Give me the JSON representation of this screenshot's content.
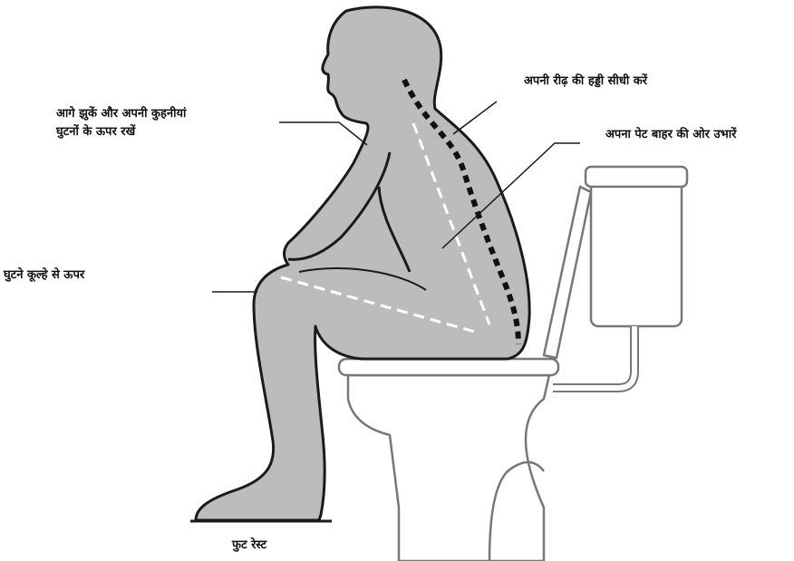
{
  "labels": {
    "lean_forward_line1": "आगे झुकें और अपनी कुहनीयां",
    "lean_forward_line2": "घुटनों के ऊपर रखें",
    "straighten_spine": "अपनी रीढ़ की हड्डी सीधी करें",
    "belly_out": "अपना पेट बाहर की ओर उभारें",
    "knees_above_hips": "घुटने कूल्हे से ऊपर",
    "foot_rest": "फुट रेस्ट"
  },
  "colors": {
    "body_fill": "#bcbcbc",
    "outline": "#1a1a1a",
    "toilet_fill": "#ffffff",
    "spine_dots": "#111111",
    "guide_dashes": "#ffffff"
  }
}
